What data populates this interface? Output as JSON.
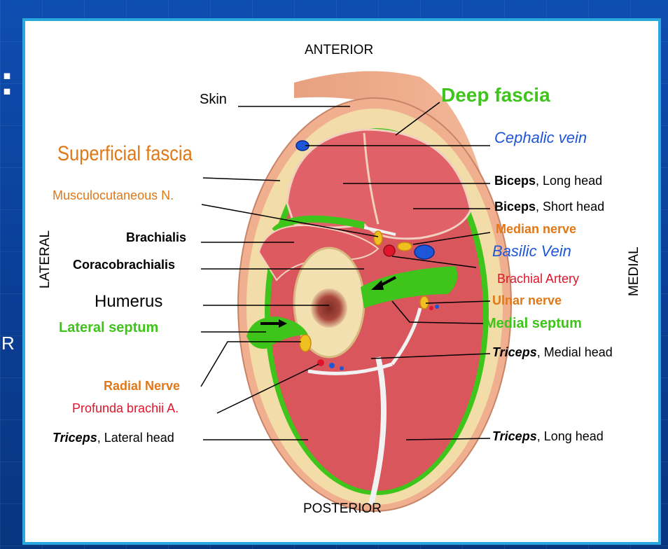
{
  "orientation": {
    "anterior": "ANTERIOR",
    "posterior": "POSTERIOR",
    "lateral": "LATERAL",
    "medial": "MEDIAL"
  },
  "labels": {
    "skin": "Skin",
    "deep_fascia": "Deep fascia",
    "superficial_fascia": "Superficial fascia",
    "cephalic_vein": "Cephalic vein",
    "musculocutaneous": "Musculocutaneous N.",
    "biceps_long_bold": "Biceps",
    "biceps_long_rest": ", Long head",
    "biceps_short_bold": "Biceps",
    "biceps_short_rest": ", Short head",
    "brachialis": "Brachialis",
    "median_nerve": "Median nerve",
    "coracobrachialis": "Coracobrachialis",
    "basilic_vein": "Basilic Vein",
    "brachial_artery": "Brachial Artery",
    "humerus": "Humerus",
    "ulnar_nerve": "Ulnar nerve",
    "lateral_septum": "Lateral septum",
    "medial_septum": "Medial septum",
    "triceps_medial_bold": "Triceps",
    "triceps_medial_rest": ", Medial head",
    "radial_nerve": "Radial Nerve",
    "profunda": "Profunda brachii A.",
    "triceps_lateral_bold": "Triceps",
    "triceps_lateral_rest": ", Lateral head",
    "triceps_long_bold": "Triceps",
    "triceps_long_rest": ", Long head"
  },
  "slide_edge": {
    "colon": ":",
    "letter": "R"
  },
  "colors": {
    "background": "#0b3a8c",
    "panel_border": "#29a8e0",
    "green_label": "#3ec41a",
    "orange_label": "#e07818",
    "blue_label": "#1e56d8",
    "red_label": "#e0142a",
    "muscle": "#d9565c",
    "fat": "#f2dca8",
    "fascia": "#3ec41a"
  }
}
